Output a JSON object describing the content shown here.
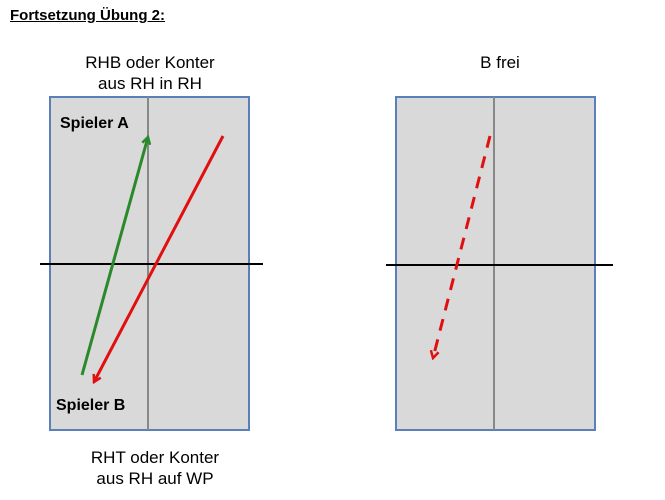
{
  "heading": "Fortsetzung Übung 2:",
  "left_table": {
    "caption_top_line1": "RHB oder Konter",
    "caption_top_line2": "aus RH in RH",
    "player_top": "Spieler A",
    "player_bottom": "Spieler B",
    "caption_bottom_line1": "RHT oder Konter",
    "caption_bottom_line2": "aus RH auf WP"
  },
  "right_table": {
    "caption_top": "B frei"
  },
  "colors": {
    "table_fill": "#d9d9d9",
    "table_border": "#5b80b9",
    "center_line": "#888888",
    "net": "#000000",
    "arrow_green": "#2a8a2a",
    "arrow_red": "#e01010"
  }
}
